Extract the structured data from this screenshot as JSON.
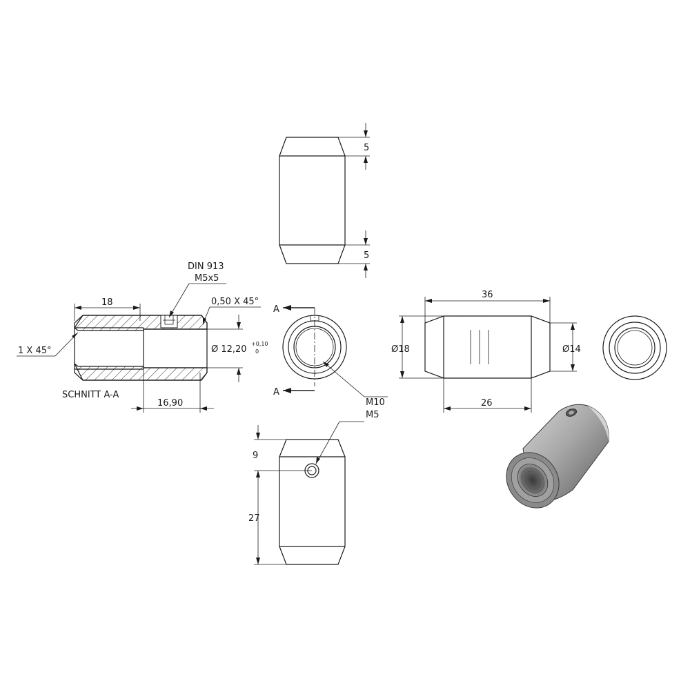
{
  "section": {
    "title": "SCHNITT A-A",
    "dim_length_thread": "18",
    "dim_bore_depth": "16,90",
    "dim_bore_diameter": "Ø 12,20",
    "tol_upper": "+0,10",
    "tol_lower": "0",
    "chamfer_outer": "0,50 X 45°",
    "chamfer_inner": "1 X 45°",
    "screw_standard": "DIN 913",
    "screw_size": "M5x5"
  },
  "top_view": {
    "dim_chamfer_top": "5",
    "dim_chamfer_bottom": "5"
  },
  "end_view": {
    "section_label_top": "A",
    "section_label_bottom": "A",
    "thread_callout": "M10"
  },
  "side_view": {
    "dim_overall_length": "36",
    "dim_cyl_length": "26",
    "dim_outer_diameter": "Ø18",
    "dim_end_diameter": "Ø14"
  },
  "bottom_view": {
    "thread_callout": "M5",
    "dim_hole_offset": "9",
    "dim_hole_to_end": "27"
  },
  "colors": {
    "line": "#1a1a1a",
    "metal_light": "#b8b8b8",
    "metal_dark": "#5e5e5e"
  }
}
